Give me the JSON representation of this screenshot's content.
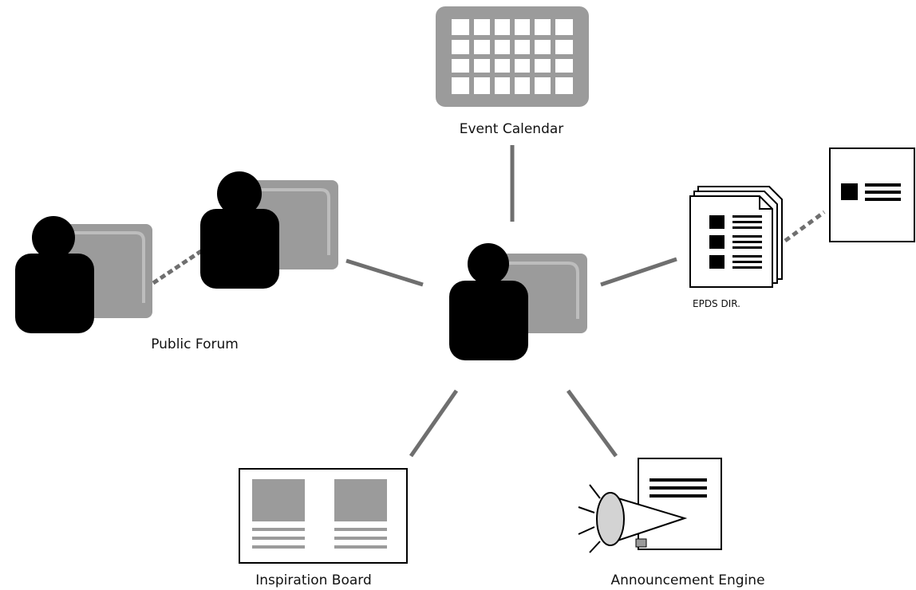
{
  "labels": {
    "event_calendar": "Event Calendar",
    "public_forum": "Public Forum",
    "epds_dir": "EPDS DIR.",
    "inspiration_board": "Inspiration Board",
    "announcement_engine": "Announcement Engine"
  },
  "icons": {
    "center": "user-at-screen-icon",
    "calendar": "calendar-icon",
    "forum_users": "user-at-screen-icon",
    "directory": "document-list-icon",
    "directory_card": "contact-card-icon",
    "board": "board-icon",
    "megaphone": "megaphone-icon"
  },
  "colors": {
    "person": "#000000",
    "screen": "#9b9b9b",
    "screen_highlight": "#bdbdbd",
    "connector": "#6f6f6f",
    "board_tile": "#9b9b9b",
    "megaphone_body": "#d3d3d3",
    "calendar_grid": "#9b9b9b"
  }
}
